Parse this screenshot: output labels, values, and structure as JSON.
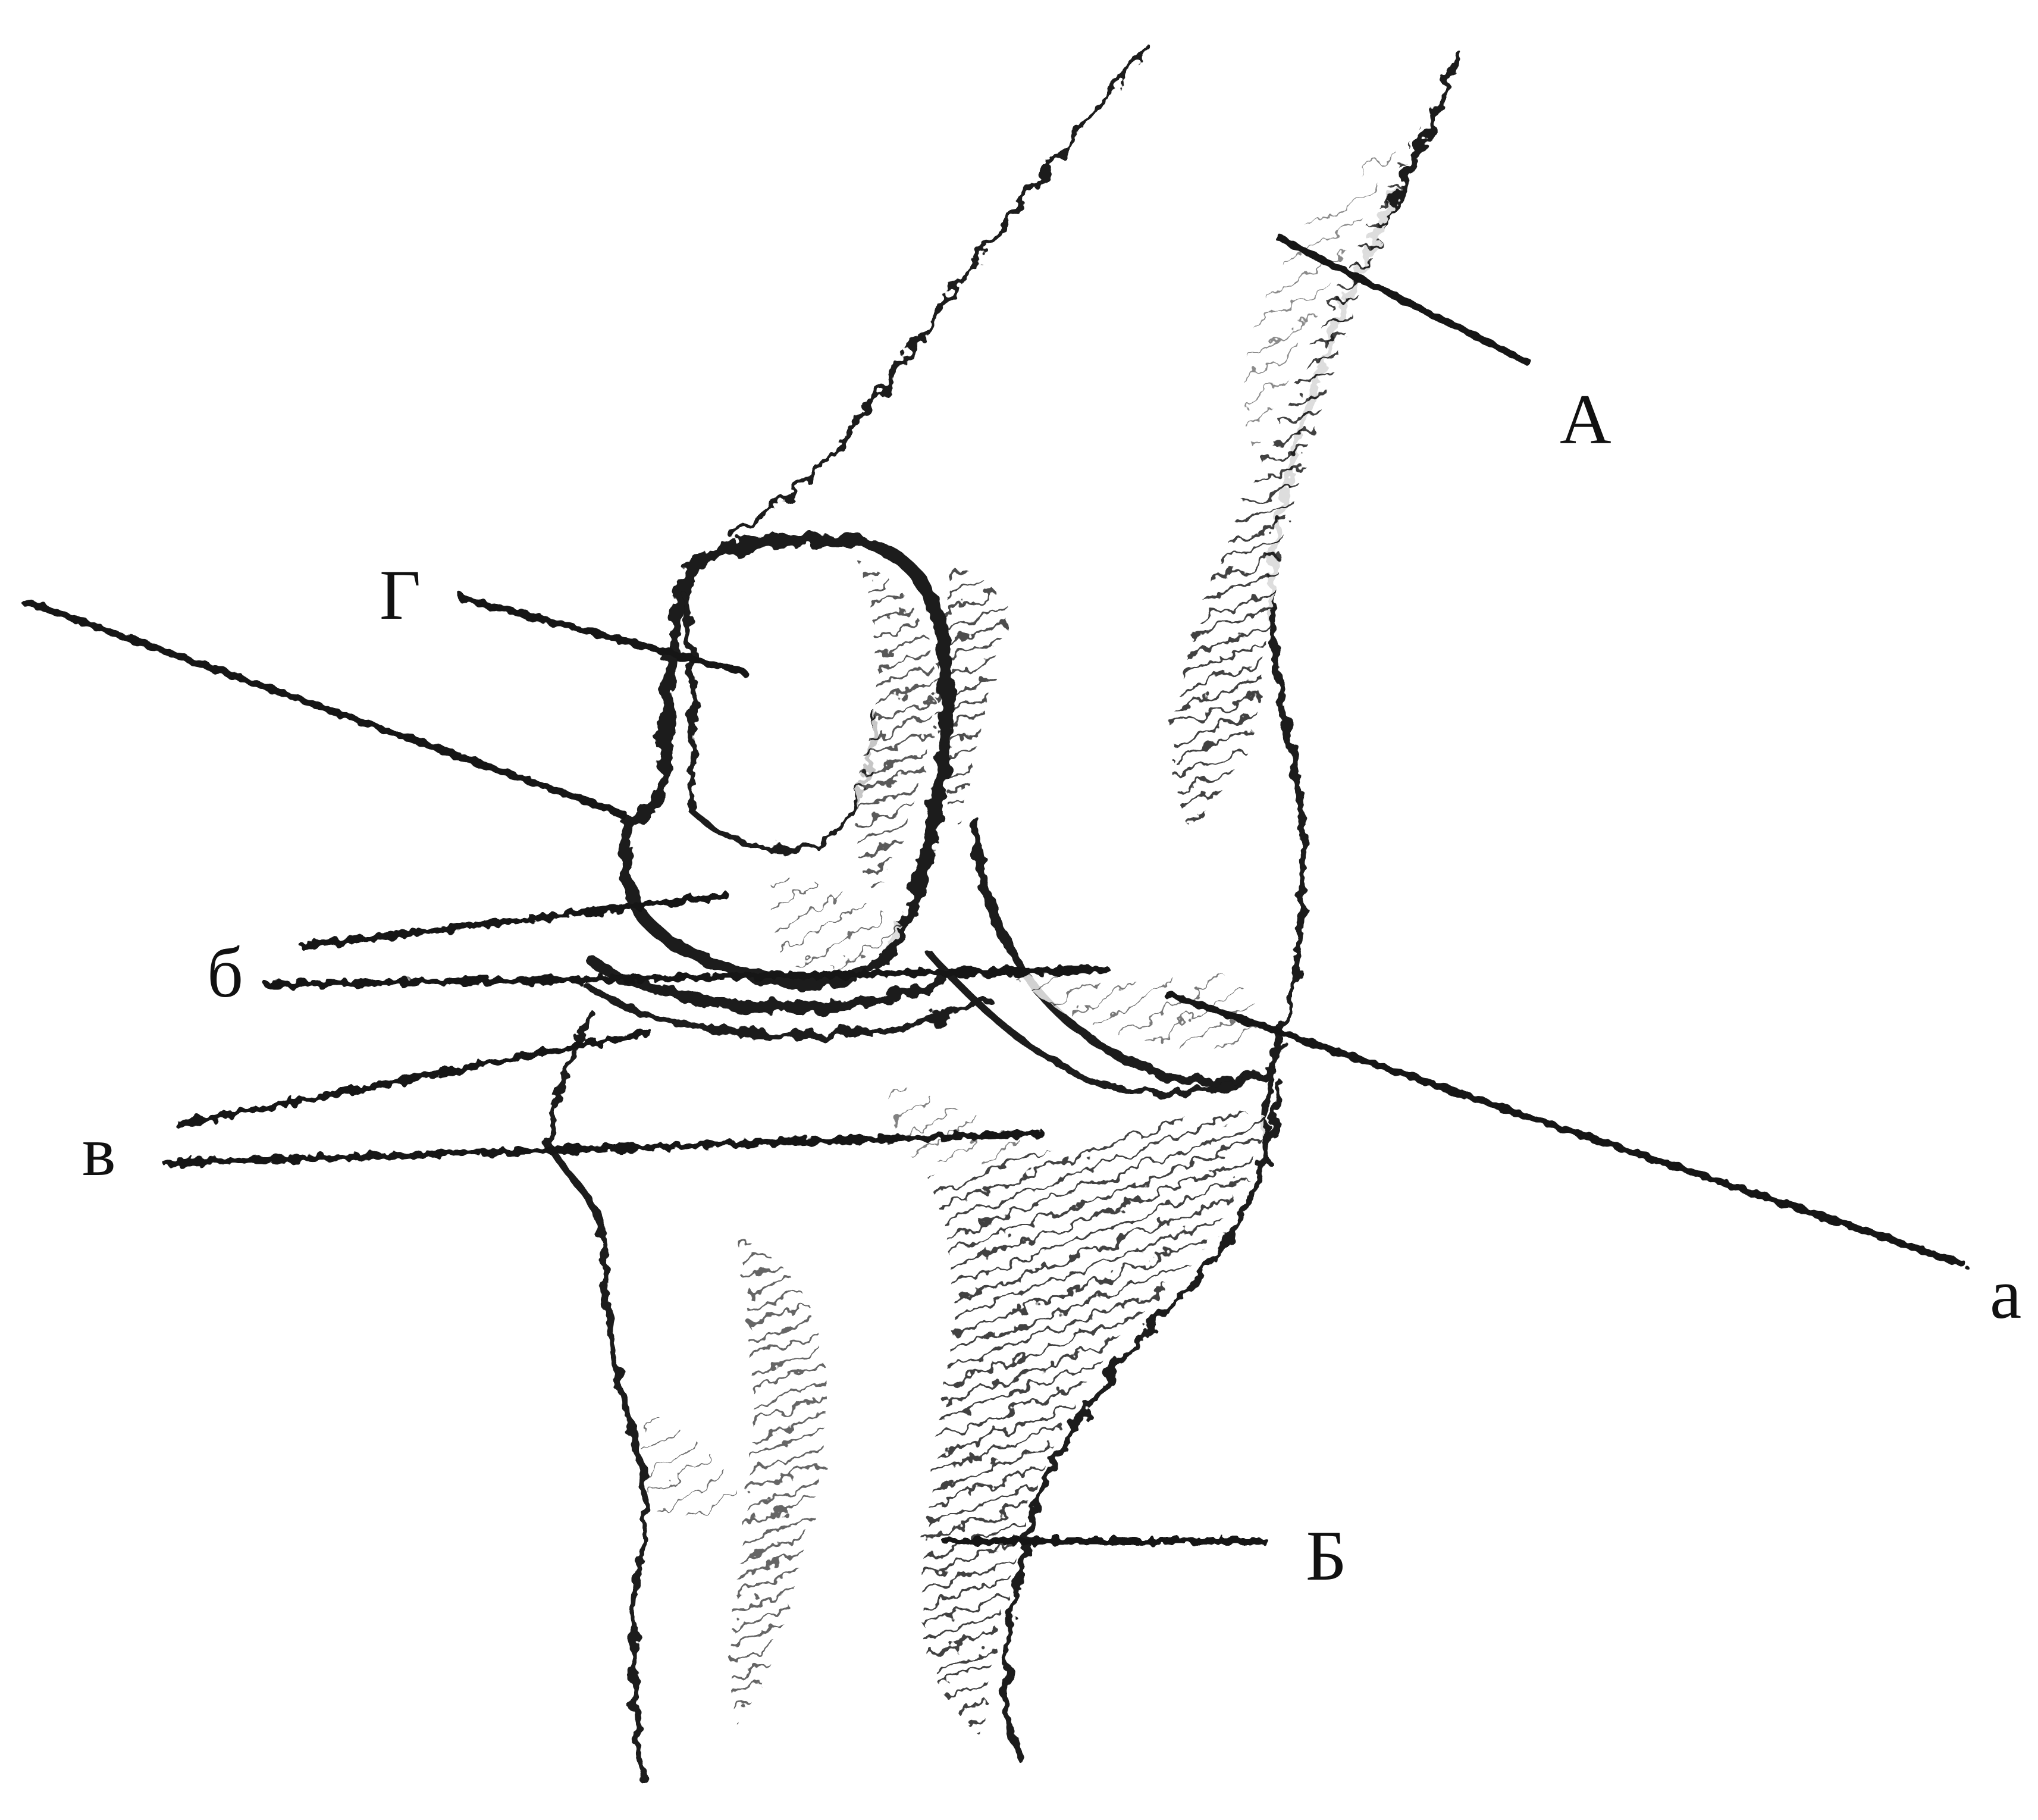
{
  "figure": {
    "labels": {
      "A": "А",
      "B": "Б",
      "G": "Г",
      "a": "а",
      "b": "б",
      "v": "в"
    },
    "colors": {
      "background": "#ffffff",
      "ink": "#151515"
    }
  }
}
